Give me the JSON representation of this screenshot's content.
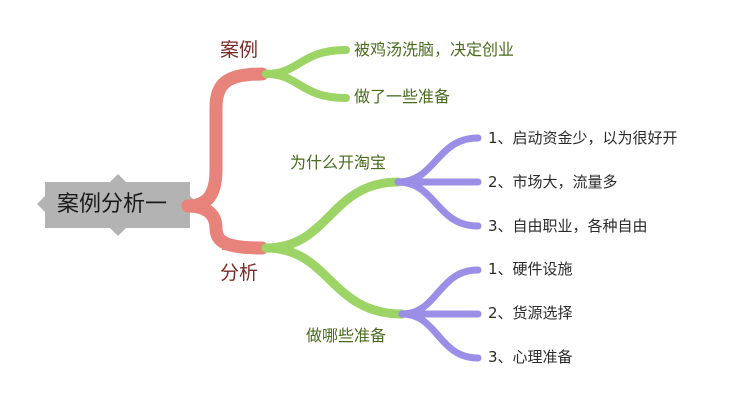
{
  "diagram": {
    "root": "案例分析一",
    "branches": [
      {
        "label": "案例",
        "children": [
          {
            "label": "被鸡汤洗脑，决定创业",
            "children": []
          },
          {
            "label": "做了一些准备",
            "children": []
          }
        ]
      },
      {
        "label": "分析",
        "children": [
          {
            "label": "为什么开淘宝",
            "children": [
              "1、启动资金少，以为很好开",
              "2、市场大，流量多",
              "3、自由职业，各种自由"
            ]
          },
          {
            "label": "做哪些准备",
            "children": [
              "1、硬件设施",
              "2、货源选择",
              "3、心理准备"
            ]
          }
        ]
      }
    ]
  },
  "colors": {
    "root_fill": "#b3b3b3",
    "level1_branch": "#e8837c",
    "level2_branch": "#9dd466",
    "level3_branch": "#9b8ee6",
    "level1_text": "#7a2a26",
    "level2_text": "#4a6a1e"
  }
}
